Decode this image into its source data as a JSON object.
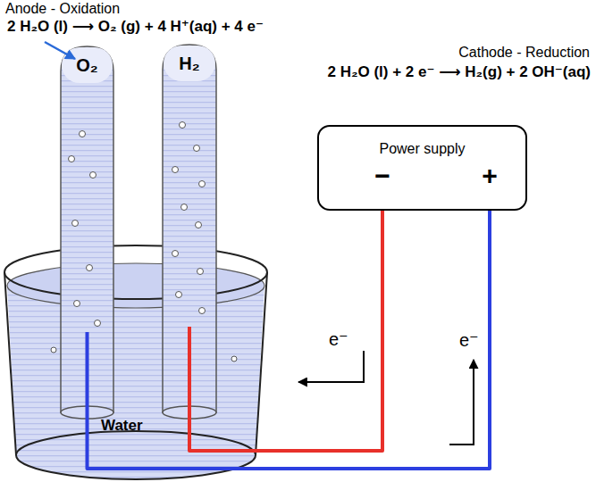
{
  "diagram": {
    "nodes": [
      {
        "text": [
          "O₂"
        ]
      },
      {
        "text": [
          "H₂"
        ]
      },
      {
        "text": [
          "Power supply",
          "−",
          "+"
        ]
      },
      {
        "text": [
          "Water"
        ]
      }
    ],
    "edges": [
      {
        "from": 2,
        "to": 1,
        "arrow": "none"
      },
      {
        "from": 2,
        "to": 0,
        "arrow": "none"
      }
    ],
    "labels": [
      "Anode - Oxidation",
      "2 H₂O (l) ⟶ O₂ (g) + 4 H⁺(aq) + 4 e⁻",
      "Cathode - Reduction",
      "2 H₂O (l) + 2 e⁻ ⟶ H₂(g) + 2 OH⁻(aq)",
      "e⁻",
      "e⁻"
    ]
  }
}
